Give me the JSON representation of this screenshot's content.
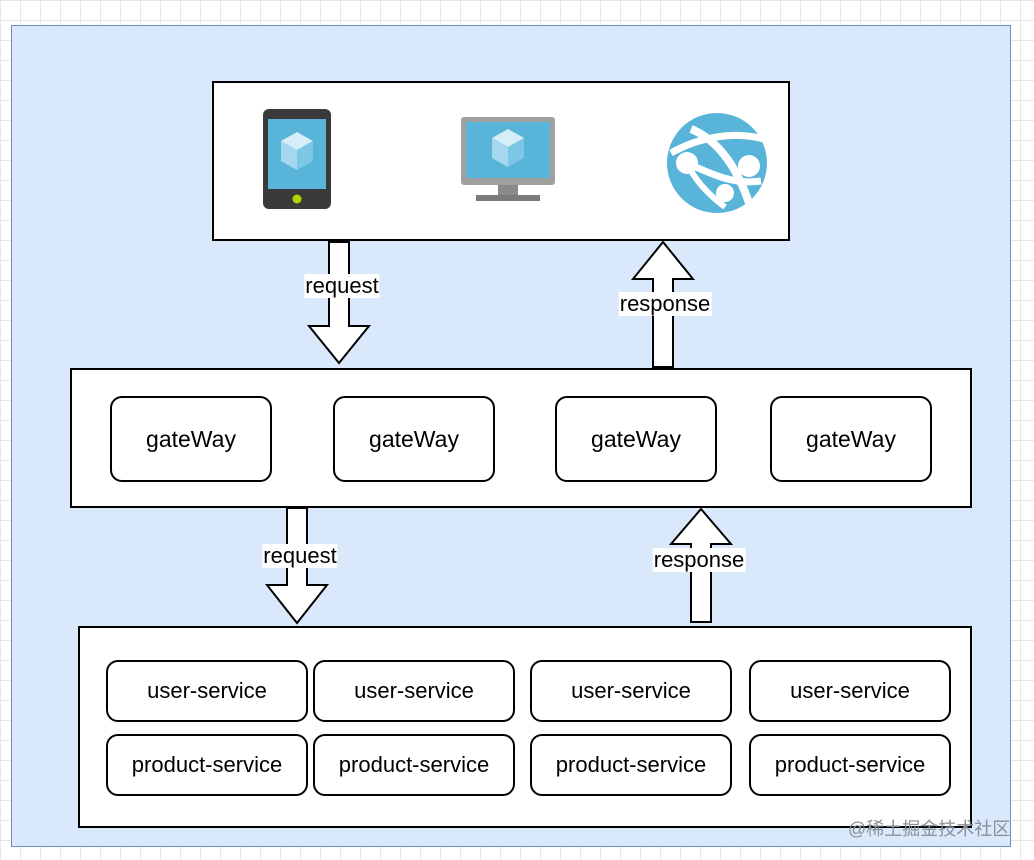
{
  "clients": [
    {
      "icon": "mobile-app-icon"
    },
    {
      "icon": "desktop-app-icon"
    },
    {
      "icon": "web-app-icon"
    }
  ],
  "arrows": {
    "client_to_gateway": "request",
    "gateway_to_client": "response",
    "gateway_to_services": "request",
    "services_to_gateway": "response"
  },
  "gateways": [
    "gateWay",
    "gateWay",
    "gateWay",
    "gateWay"
  ],
  "services": {
    "row1": [
      "user-service",
      "user-service",
      "user-service",
      "user-service"
    ],
    "row2": [
      "product-service",
      "product-service",
      "product-service",
      "product-service"
    ]
  },
  "watermark": "@稀土掘金技术社区",
  "colors": {
    "container_fill": "#dae8fc",
    "container_border": "#6c8ebf",
    "icon_blue": "#59b4d9",
    "icon_dark": "#3a3a3a"
  }
}
